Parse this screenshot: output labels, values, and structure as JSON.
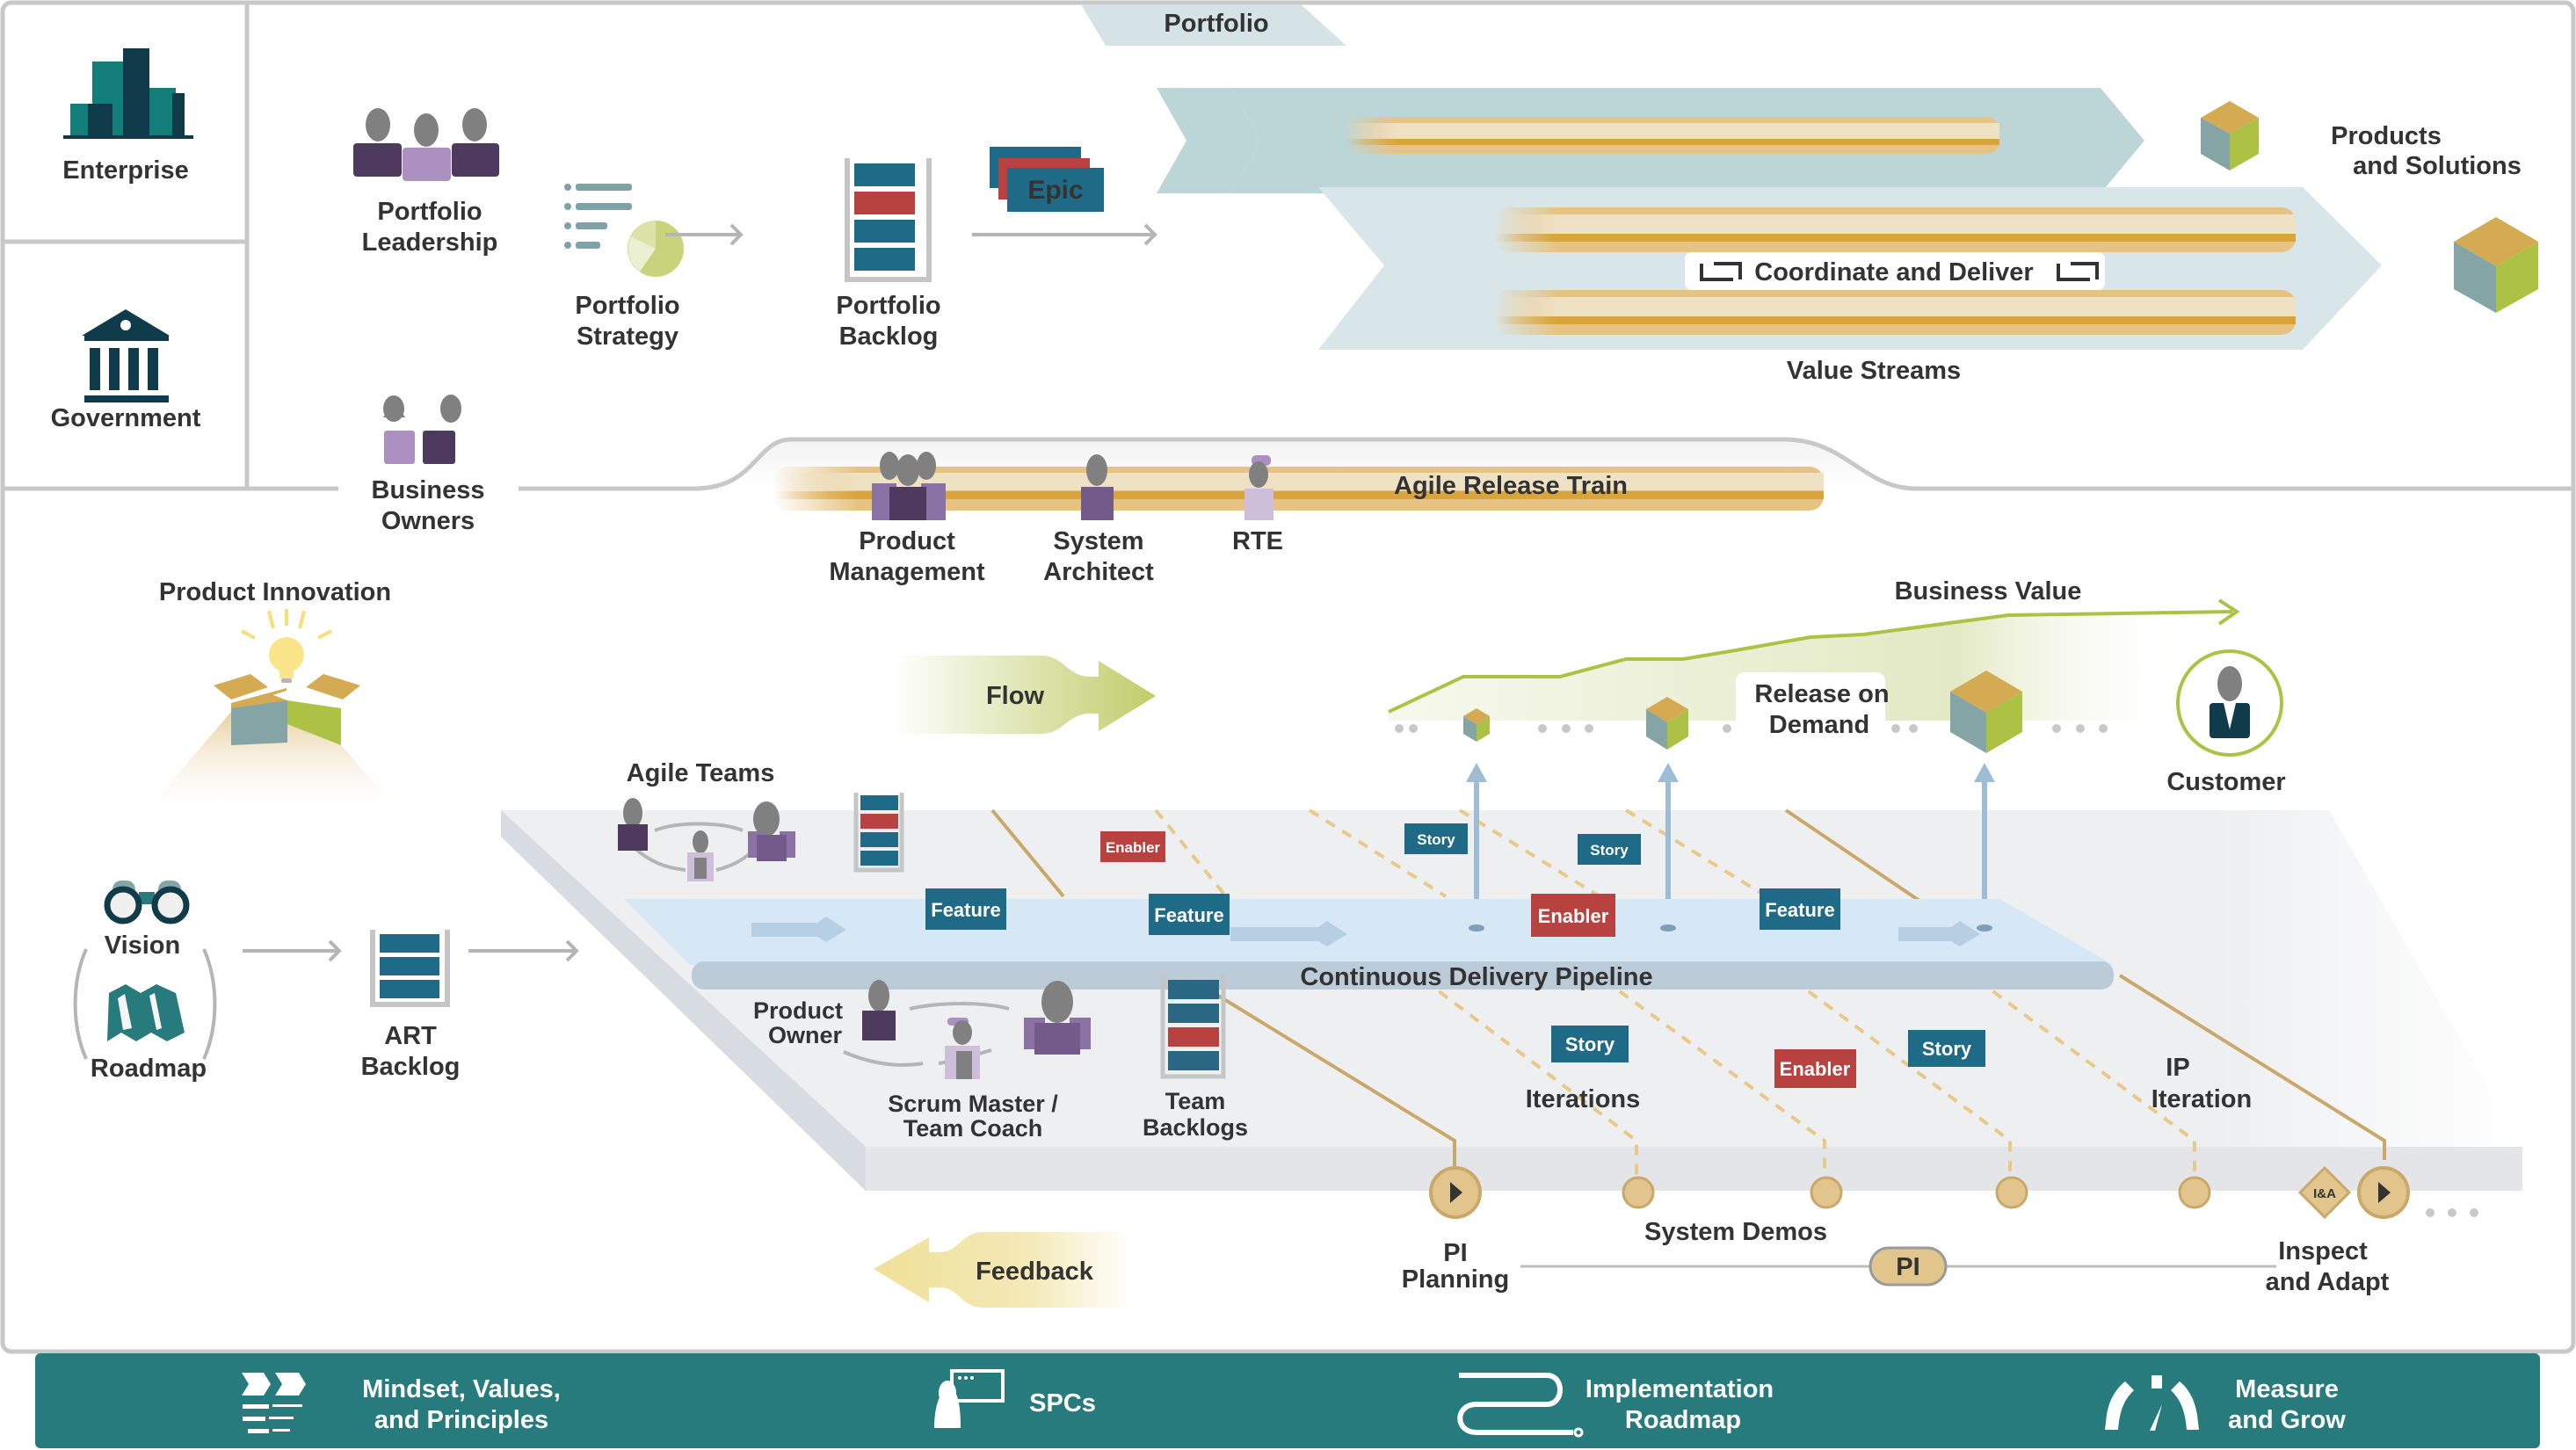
{
  "title": "SAFe Big Picture — Portfolio, Agile Release Train and Foundation",
  "colors": {
    "teal_dark": "#1f6b87",
    "enabler_red": "#b8423f",
    "purple_dark": "#4f3a5f",
    "purple_light": "#ab90c0",
    "gold": "#d4a94f",
    "green": "#adc244",
    "footer_teal": "#277b7d",
    "value_stream_bg": "#bcd6d8"
  },
  "left_panel": {
    "enterprise": {
      "label": "Enterprise",
      "icon": "building-icon"
    },
    "government": {
      "label": "Government",
      "icon": "government-building-icon"
    }
  },
  "portfolio": {
    "tab_label": "Portfolio",
    "leadership": {
      "line1": "Portfolio",
      "line2": "Leadership"
    },
    "strategy": {
      "line1": "Portfolio",
      "line2": "Strategy"
    },
    "backlog": {
      "line1": "Portfolio",
      "line2": "Backlog"
    },
    "epic_label": "Epic",
    "coordinate_label": "Coordinate and Deliver",
    "value_streams_label": "Value Streams",
    "products": {
      "line1": "Products",
      "line2": "and Solutions"
    },
    "business_owners": {
      "line1": "Business",
      "line2": "Owners"
    }
  },
  "art": {
    "train_label": "Agile Release Train",
    "roles": [
      {
        "line1": "Product",
        "line2": "Management"
      },
      {
        "line1": "System",
        "line2": "Architect"
      },
      {
        "line1": "RTE",
        "line2": ""
      }
    ]
  },
  "innovation": {
    "title": "Product Innovation",
    "vision": "Vision",
    "roadmap": "Roadmap",
    "art_backlog": {
      "line1": "ART",
      "line2": "Backlog"
    }
  },
  "flow": {
    "flow_label": "Flow",
    "feedback_label": "Feedback"
  },
  "value": {
    "business_value": "Business Value",
    "release": {
      "line1": "Release on",
      "line2": "Demand"
    },
    "customer": "Customer"
  },
  "teams": {
    "agile_teams": "Agile Teams",
    "product_owner": {
      "line1": "Product",
      "line2": "Owner"
    },
    "scrum_master": {
      "line1": "Scrum Master /",
      "line2": "Team Coach"
    },
    "team_backlogs": {
      "line1": "Team",
      "line2": "Backlogs"
    },
    "pipeline_label": "Continuous Delivery Pipeline",
    "cards": {
      "feature": "Feature",
      "enabler": "Enabler",
      "story": "Story"
    },
    "iterations": "Iterations",
    "ip_iteration": {
      "line1": "IP",
      "line2": "Iteration"
    }
  },
  "timeline": {
    "pi_planning": {
      "line1": "PI",
      "line2": "Planning"
    },
    "system_demos": "System Demos",
    "pi": "PI",
    "inspect": {
      "line1": "Inspect",
      "line2": "and Adapt"
    },
    "ia_badge": "I&A"
  },
  "footer": {
    "items": [
      {
        "line1": "Mindset, Values,",
        "line2": "and Principles",
        "icon": "principles-icon"
      },
      {
        "line1": "SPCs",
        "line2": "",
        "icon": "spc-presenter-icon"
      },
      {
        "line1": "Implementation",
        "line2": "Roadmap",
        "icon": "roadmap-path-icon"
      },
      {
        "line1": "Measure",
        "line2": "and Grow",
        "icon": "gauge-icon"
      }
    ]
  }
}
